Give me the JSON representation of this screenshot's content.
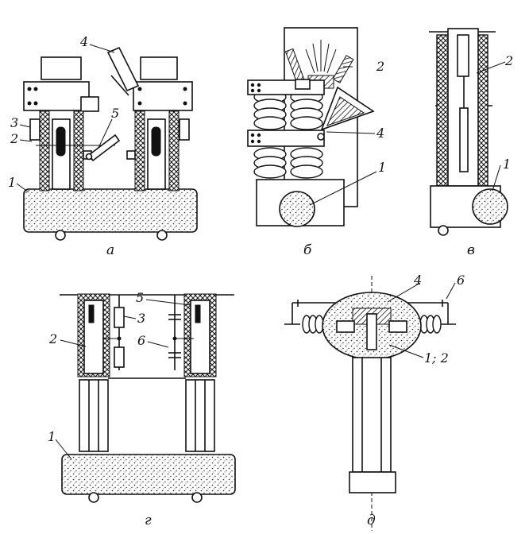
{
  "figure": {
    "panels": [
      {
        "id": "a",
        "caption": "а",
        "labels": [
          "4",
          "5",
          "3",
          "2",
          "1"
        ]
      },
      {
        "id": "b",
        "caption": "б",
        "labels": [
          "2",
          "4",
          "1"
        ]
      },
      {
        "id": "v",
        "caption": "в",
        "labels": [
          "2",
          "1"
        ]
      },
      {
        "id": "g",
        "caption": "г",
        "labels": [
          "5",
          "3",
          "2",
          "6",
          "1"
        ]
      },
      {
        "id": "d",
        "caption": "д",
        "labels": [
          "4",
          "6",
          "1; 2"
        ]
      }
    ]
  },
  "colors": {
    "ink": "#111111",
    "paper": "#ffffff"
  }
}
